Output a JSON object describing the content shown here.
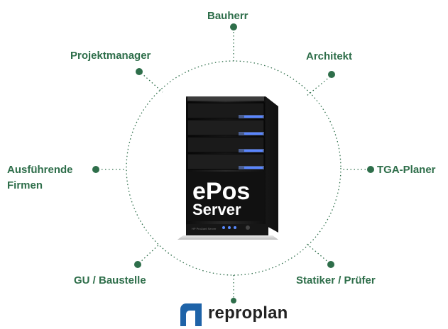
{
  "center": {
    "line1": "ePos",
    "line2": "Server",
    "front_panel_text": "HP ProLiant Server"
  },
  "nodes": [
    {
      "id": "bauherr",
      "label": "Bauherr"
    },
    {
      "id": "architekt",
      "label": "Architekt"
    },
    {
      "id": "tga-planer",
      "label": "TGA-Planer"
    },
    {
      "id": "statiker",
      "label": "Statiker / Prüfer"
    },
    {
      "id": "gu-baustelle",
      "label": "GU / Baustelle"
    },
    {
      "id": "ausfuehrende",
      "label_line1": "Ausführende",
      "label_line2": "Firmen"
    },
    {
      "id": "projektmanager",
      "label": "Projektmanager"
    }
  ],
  "brand": {
    "name": "reproplan",
    "logo_icon": "reproplan-logo-icon"
  },
  "colors": {
    "accent_green": "#2e6e4a",
    "server_body": "#1b1b1b",
    "led_blue": "#3a6cff"
  }
}
